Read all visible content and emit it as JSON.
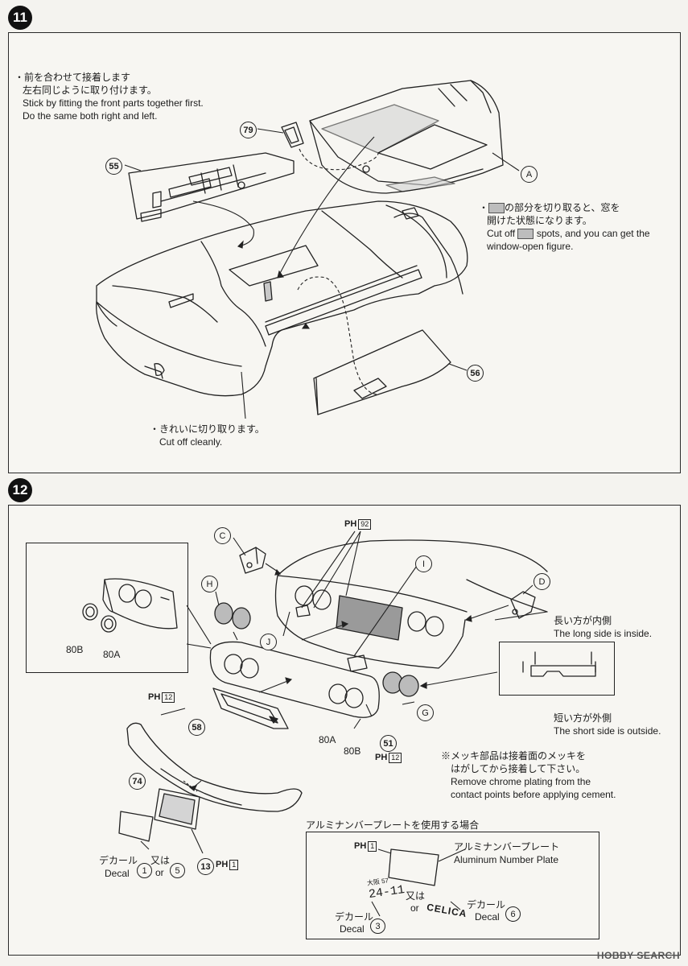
{
  "step11": {
    "number": "11",
    "note_top_jp1": "・前を合わせて接着します",
    "note_top_jp2": "左右同じように取り付けます。",
    "note_top_en1": "Stick by fitting the front parts together first.",
    "note_top_en2": "Do the same both right and left.",
    "note_window_jp1": "の部分を切り取ると、窓を",
    "note_window_jp2": "開けた状態になります。",
    "note_window_en1a": "Cut off",
    "note_window_en1b": "spots, and you can get the",
    "note_window_en2": "window-open figure.",
    "note_cut_jp": "・きれいに切り取ります。",
    "note_cut_en": "Cut off cleanly.",
    "parts": {
      "p79": "79",
      "p55": "55",
      "pA": "A",
      "p56": "56"
    }
  },
  "step12": {
    "number": "12",
    "parts": {
      "pC": "C",
      "pH": "H",
      "pI": "I",
      "pD": "D",
      "pJ": "J",
      "pG": "G",
      "p58": "58",
      "p74": "74",
      "p51": "51",
      "p13": "13",
      "d1": "1",
      "d5": "5",
      "d3": "3",
      "d6": "6",
      "ph1box": "1"
    },
    "ph_prefix": "PH",
    "ph92": "92",
    "ph12": "12",
    "ph1": "1",
    "label_80b_left": "80B",
    "label_80a_left": "80A",
    "label_80a": "80A",
    "label_80b": "80B",
    "long_side_jp": "長い方が内側",
    "long_side_en": "The long side is inside.",
    "short_side_jp": "短い方が外側",
    "short_side_en": "The short side is outside.",
    "chrome_jp1": "※メッキ部品は接着面のメッキを",
    "chrome_jp2": "はがしてから接着して下さい。",
    "chrome_en1": "Remove chrome plating from the",
    "chrome_en2": "contact points before applying cement.",
    "alu_heading": "アルミナンバープレートを使用する場合",
    "alu_plate_jp": "アルミナンバープレート",
    "alu_plate_en": "Aluminum Number Plate",
    "decal_jp": "デカール",
    "decal_en": "Decal",
    "or_jp": "又は",
    "or_en": "or",
    "plate_text_small": "大阪 57",
    "plate_text_big": "24-11",
    "celica_text": "CELICA"
  },
  "watermark": "HOBBY SEARCH"
}
